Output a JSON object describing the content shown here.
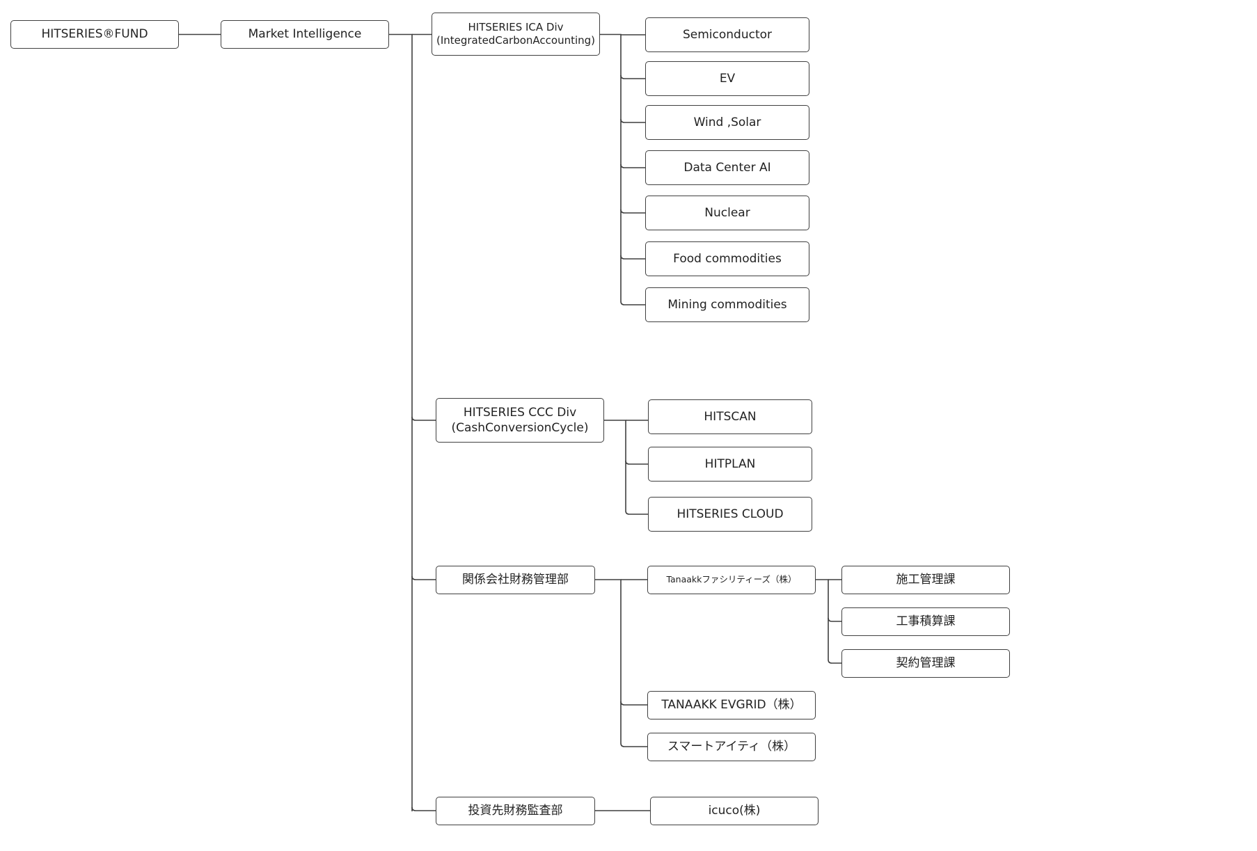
{
  "diagram": {
    "type": "org-tree",
    "line_color": "#3f3f3f",
    "nodes": {
      "root": "HITSERIES®FUND",
      "market": "Market Intelligence",
      "ica": {
        "line1": "HITSERIES ICA Div",
        "line2": "(IntegratedCarbonAccounting)"
      },
      "ica_children": [
        "Semiconductor",
        "EV",
        "Wind ,Solar",
        "Data Center AI",
        "Nuclear",
        "Food commodities",
        "Mining commodities"
      ],
      "ccc": {
        "line1": "HITSERIES CCC Div",
        "line2": "(CashConversionCycle)"
      },
      "ccc_children": [
        "HITSCAN",
        "HITPLAN",
        "HITSERIES CLOUD"
      ],
      "affiliate": "関係会社財務管理部",
      "tanaakk_facilities": "Tanaakkファシリティーズ（株）",
      "facilities_children": [
        "施工管理課",
        "工事積算課",
        "契約管理課"
      ],
      "evgrid": "TANAAKK EVGRID（株）",
      "smart_ity": "スマートアイティ（株）",
      "audit": "投資先財務監査部",
      "icuco": "icuco(株)"
    }
  }
}
